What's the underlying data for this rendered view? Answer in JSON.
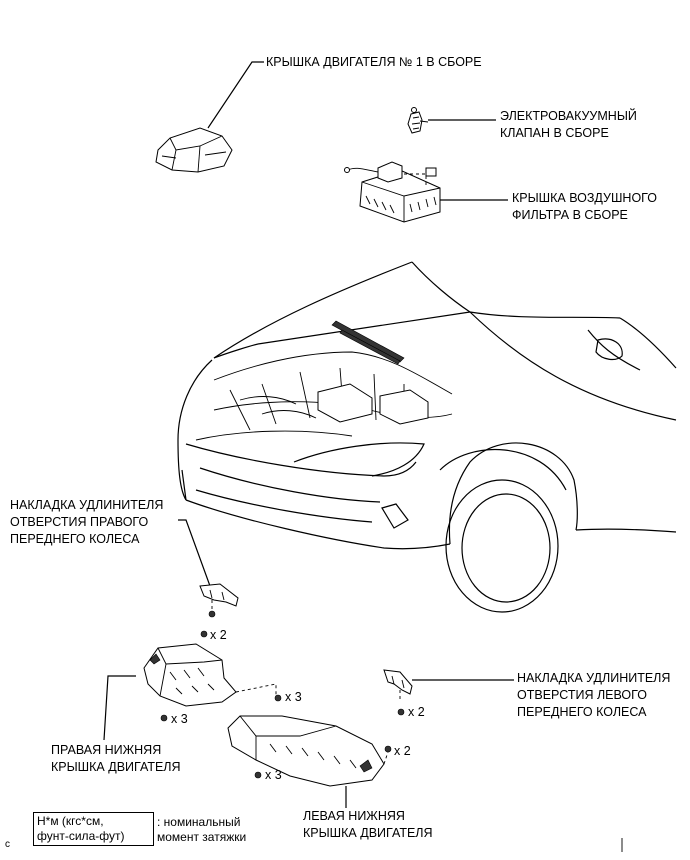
{
  "labels": {
    "engine_cover": "КРЫШКА ДВИГАТЕЛЯ № 1 В СБОРЕ",
    "vacuum_valve_line1": "ЭЛЕКТРОВАКУУМНЫЙ",
    "vacuum_valve_line2": "КЛАПАН В СБОРЕ",
    "air_filter_cap_line1": "КРЫШКА ВОЗДУШНОГО",
    "air_filter_cap_line2": "ФИЛЬТРА В СБОРЕ",
    "right_wheel_trim_line1": "НАКЛАДКА УДЛИНИТЕЛЯ",
    "right_wheel_trim_line2": "ОТВЕРСТИЯ ПРАВОГО",
    "right_wheel_trim_line3": "ПЕРЕДНЕГО КОЛЕСА",
    "left_wheel_trim_line1": "НАКЛАДКА УДЛИНИТЕЛЯ",
    "left_wheel_trim_line2": "ОТВЕРСТИЯ ЛЕВОГО",
    "left_wheel_trim_line3": "ПЕРЕДНЕГО КОЛЕСА",
    "right_under_cover_line1": "ПРАВАЯ НИЖНЯЯ",
    "right_under_cover_line2": "КРЫШКА ДВИГАТЕЛЯ",
    "left_under_cover_line1": "ЛЕВАЯ НИЖНЯЯ",
    "left_under_cover_line2": "КРЫШКА ДВИГАТЕЛЯ"
  },
  "quantities": {
    "right_trim_bolts": "x 2",
    "right_cover_bolts_top": "x 3",
    "right_cover_bolts_bottom": "x 3",
    "left_trim_bolts": "x 2",
    "left_cover_bolts_right": "x 2",
    "left_cover_bolts_bottom": "x 3"
  },
  "legend": {
    "box_line1": "Н*м (кгс*см,",
    "box_line2": "фунт-сила-фут)",
    "desc_line1": ": номинальный",
    "desc_line2": "момент затяжки"
  },
  "corner_mark": "c"
}
